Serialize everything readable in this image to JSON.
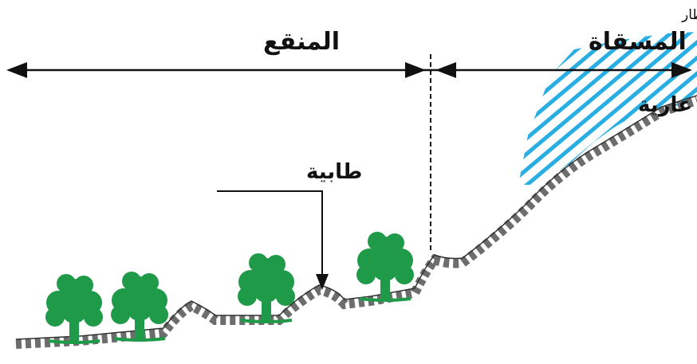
{
  "labels": {
    "rain": "أمطار",
    "catchment": "المسقاة",
    "bare_summit": "قمة عارية",
    "sink_area": "المنقع",
    "terrace": "طابية"
  },
  "colors": {
    "rain_hatch": "#29aee3",
    "tree_green": "#1f9a48",
    "ground_stripe": "#6d6d6d",
    "line": "#111111"
  },
  "icons": {
    "tree": "tree-icon",
    "rain": "rain-hatch-icon"
  }
}
